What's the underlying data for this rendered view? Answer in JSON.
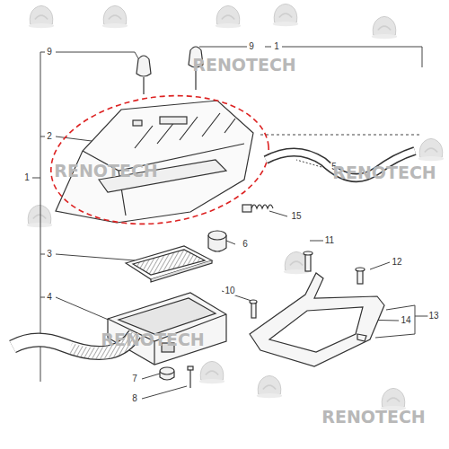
{
  "diagram": {
    "labels": [
      "9",
      "9",
      "1",
      "1",
      "2",
      "5",
      "15",
      "6",
      "3",
      "11",
      "12",
      "10",
      "4",
      "13",
      "14",
      "7",
      "8",
      "RENOTECH",
      "RENOTECH",
      "RENOTECH",
      "RENOTECH",
      "RENOTECH"
    ]
  }
}
